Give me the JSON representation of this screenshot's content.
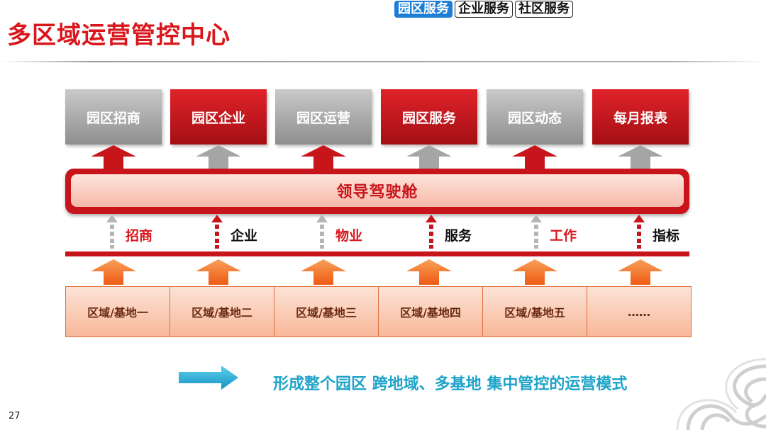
{
  "header": {
    "title": "多区域运营管控中心",
    "tabs": [
      "园区服务",
      "企业服务",
      "社区服务"
    ]
  },
  "top_modules": [
    {
      "label": "园区招商",
      "style": "gray"
    },
    {
      "label": "园区企业",
      "style": "red"
    },
    {
      "label": "园区运营",
      "style": "gray"
    },
    {
      "label": "园区服务",
      "style": "red"
    },
    {
      "label": "园区动态",
      "style": "gray"
    },
    {
      "label": "每月报表",
      "style": "red"
    }
  ],
  "cockpit": {
    "label": "领导驾驶舱"
  },
  "data_channels": [
    {
      "label": "招商",
      "style": "gray"
    },
    {
      "label": "企业",
      "style": "red"
    },
    {
      "label": "物业",
      "style": "gray"
    },
    {
      "label": "服务",
      "style": "red"
    },
    {
      "label": "工作",
      "style": "gray"
    },
    {
      "label": "指标",
      "style": "red"
    }
  ],
  "bases": [
    "区域/基地一",
    "区域/基地二",
    "区域/基地三",
    "区域/基地四",
    "区域/基地五",
    "……"
  ],
  "slogan": "形成整个园区 跨地域、多基地 集中管控的运营模式",
  "page_number": "27",
  "colors": {
    "brand_red": "#d9161c",
    "gray": "#9a9a9a",
    "orange": "#f26522",
    "accent_blue": "#1fa3c9",
    "tab_blue": "#1d7ed8"
  },
  "icons": {
    "up_arrow": "up-arrow-icon",
    "dotted_arrow": "dotted-up-arrow-icon",
    "right_arrow": "right-arrow-icon"
  }
}
